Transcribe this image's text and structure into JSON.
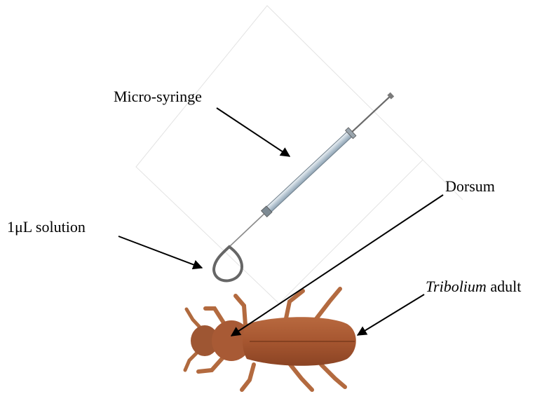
{
  "labels": {
    "syringe": "Micro-syringe",
    "dorsum": "Dorsum",
    "solution": "1μL solution",
    "beetle_genus": "Tribolium",
    "beetle_stage": "adult"
  },
  "colors": {
    "beetle_body": "#a85a35",
    "beetle_dark": "#7a3a1c",
    "beetle_leg": "#b86c40",
    "droplet": "#6a6a6a",
    "syringe_barrel": "#cfd8de",
    "syringe_fill": "#9fb3c4",
    "arrow": "#000000",
    "frame_line": "#e2e2e2"
  }
}
